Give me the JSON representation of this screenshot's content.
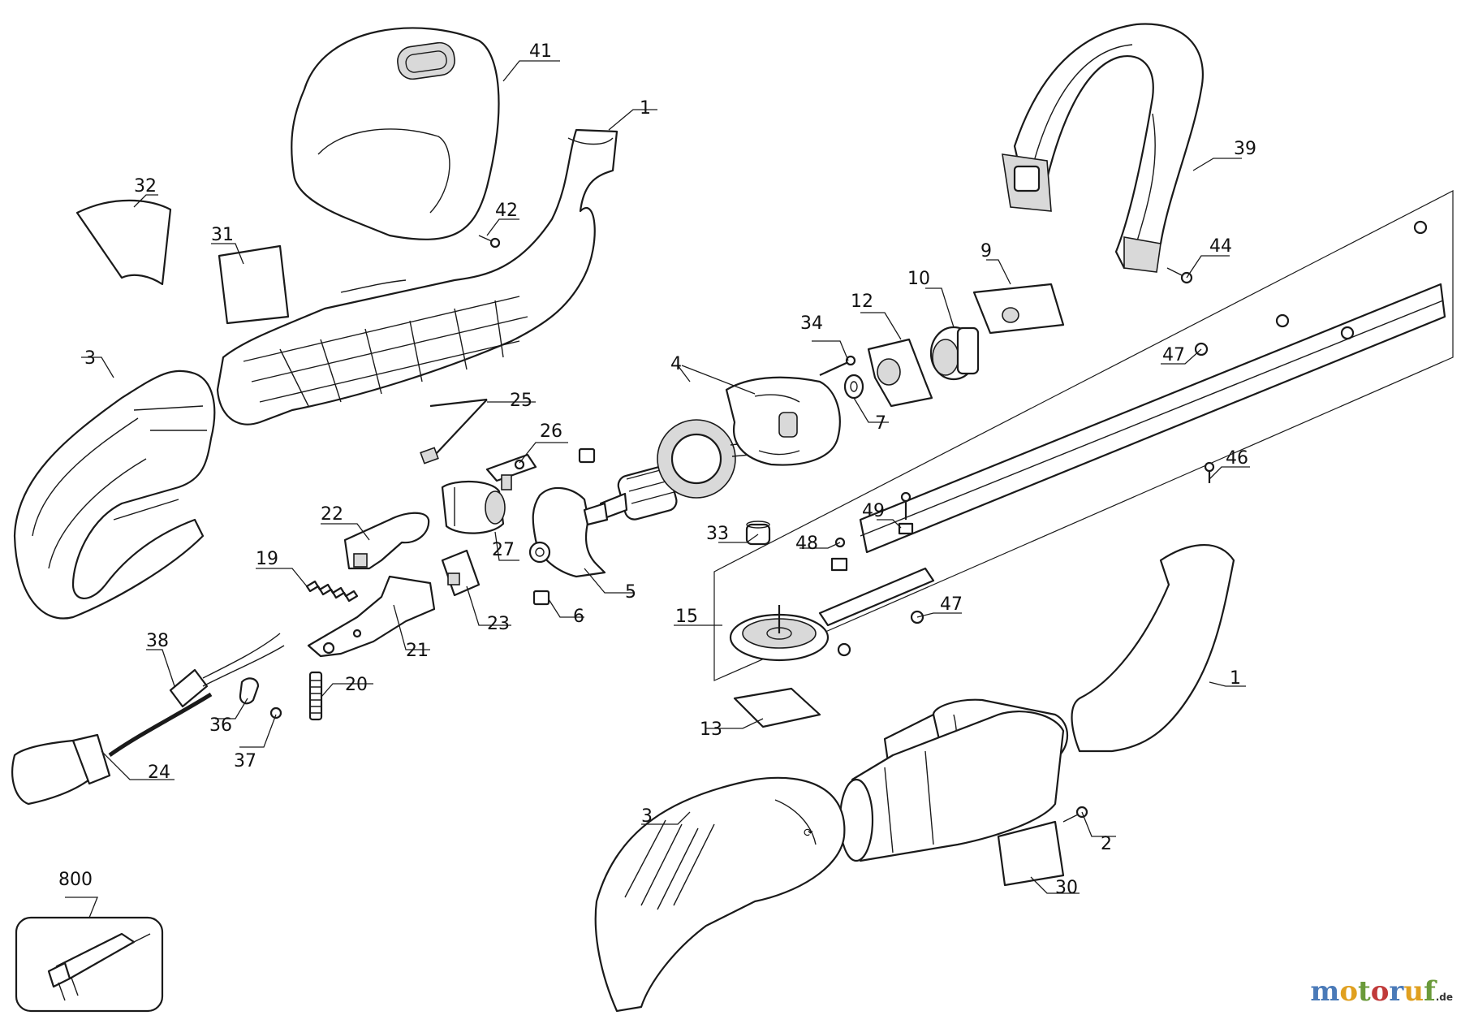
{
  "labels": {
    "p1a": "1",
    "p1b": "1",
    "p2": "2",
    "p3a": "3",
    "p3b": "3",
    "p4": "4",
    "p5": "5",
    "p6": "6",
    "p7": "7",
    "p9": "9",
    "p10": "10",
    "p12": "12",
    "p13": "13",
    "p15": "15",
    "p19": "19",
    "p20": "20",
    "p21": "21",
    "p22": "22",
    "p23": "23",
    "p24": "24",
    "p25": "25",
    "p26": "26",
    "p27": "27",
    "p30": "30",
    "p31": "31",
    "p32": "32",
    "p33": "33",
    "p34": "34",
    "p36": "36",
    "p37": "37",
    "p38": "38",
    "p39": "39",
    "p41": "41",
    "p42": "42",
    "p44": "44",
    "p46": "46",
    "p47a": "47",
    "p47b": "47",
    "p48": "48",
    "p49": "49",
    "p800": "800"
  },
  "watermark": {
    "text": "motoruf",
    "tld": ".de",
    "colors": [
      "#4a7ab8",
      "#e0a020",
      "#6a9a3a",
      "#c03a3a"
    ]
  }
}
